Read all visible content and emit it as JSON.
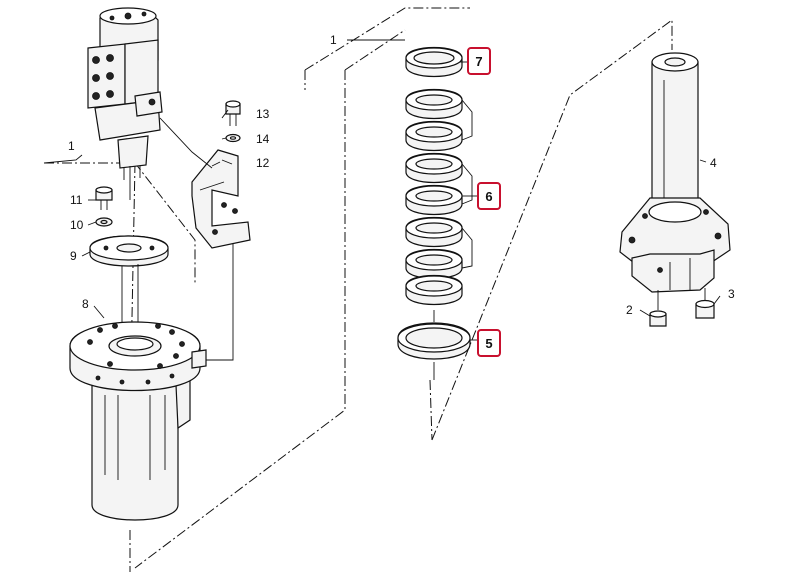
{
  "diagram": {
    "labels": {
      "group_left": "1",
      "group_center": "1",
      "p2": "2",
      "p3": "3",
      "p4": "4",
      "p8": "8",
      "p9": "9",
      "p10": "10",
      "p11": "11",
      "p12": "12",
      "p13": "13",
      "p14": "14"
    },
    "highlighted": [
      {
        "id": "callout-5",
        "text": "5"
      },
      {
        "id": "callout-6",
        "text": "6"
      },
      {
        "id": "callout-7",
        "text": "7"
      }
    ],
    "highlight_color": "#c8102e"
  }
}
